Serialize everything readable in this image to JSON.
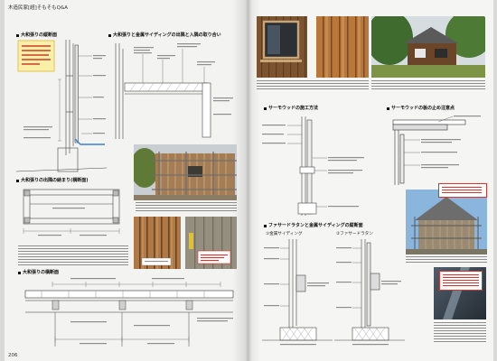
{
  "header": {
    "running_title": "木造民家[超]そもそもQ&A"
  },
  "left_page": {
    "page_number": "206",
    "sections": {
      "vertical_section": {
        "title": "大和張りの縦断面"
      },
      "corner_junction": {
        "title": "大和張りと金属サイディングの出隅と入隅の取り合い"
      },
      "outside_corner": {
        "title": "大和張りの出隅の納まり(横断面)"
      },
      "horizontal_section": {
        "title": "大和張りの横断面"
      }
    }
  },
  "right_page": {
    "sections": {
      "thermowood_install": {
        "title": "サーモウッドの施工方法"
      },
      "thermowood_fixing": {
        "title": "サーモウッドの板の止め注意点"
      },
      "facade_section": {
        "title": "ファサードラタンと金属サイディングの縦断面",
        "sub_a": "①金属サイディング",
        "sub_b": "②ファサードラタン"
      }
    }
  },
  "colors": {
    "page": "#f4f4f2",
    "note_fill": "#fbf0a8",
    "note_text": "#d23b2e",
    "flashing": "#3b7fd0",
    "callout_border": "#d9342b"
  }
}
